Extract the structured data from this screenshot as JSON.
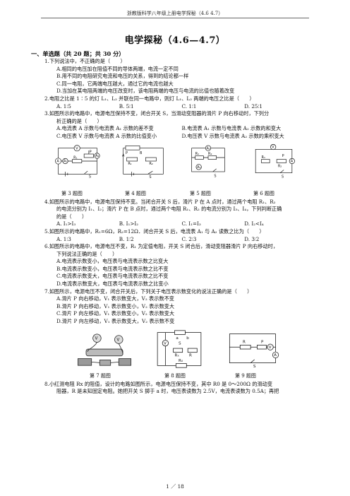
{
  "header": "浙教版科学八年级上册电学探秘（4.6 4.7）",
  "title": "电学探秘（4.6—4.7）",
  "section": "一、单选题（共 20 题；共 30 分）",
  "q1": {
    "stem": "1.下列说法中，不正确的是（　　）",
    "A": "A.相同的电压加在阻值不同的导体两端，电流一定不同",
    "B": "B.用不同的电阻研究电流和电压的关系，得到的结论都一样",
    "C": "C.同一电阻，它两端电压越大，通过它的电流也越大",
    "D": "D.当加在某电阻两端的电压改变时，该电阻两端的电压与电流的比值也随着改变"
  },
  "q2": {
    "stem": "2.电阻之比是 1∶5 的灯 L₁、L₂ 并联在同一电路中，则灯 L₁、L₂ 两端的电压之比是（　　）",
    "A": "A. 1∶5",
    "B": "B. 5∶1",
    "C": "C. 1∶1",
    "D": "D. 25∶1"
  },
  "q3": {
    "stem1": "3.如图所示的电路中，电源电压保持不变，闭合开关 S，当滑动变阻器的滑片 P 向右移动时，下列分",
    "stem2": "析正确的是（　　）",
    "A": "A.电流表 A 示数与电流表 A₁ 示数的差不变",
    "B": "B.电流表 A₁ 示数与电流表 A₂ 示数的和变大",
    "C": "C.电压表 V 示数与电流表 A 示数的比值变小",
    "D": "D.电压表 V 示数与电流表 A₂ 示数的乘积变大"
  },
  "captions1": [
    "第 3 题图",
    "第 4 题图",
    "第 5 题图",
    "第 6 题图"
  ],
  "q4": {
    "stem1": "4.如图所示的电路中，电源电压保持不变。当闭合开关 S 后，滑片 P 在 A 点时，通过两个电阻 R₁、R₂",
    "stem2": "的电流分别为 I₁、I₂；滑片 P 在 B 点时，通过两个电阻 R₁、R₂ 的电流分别为 I₃、I₄，下列判断正确",
    "stem3": "的是（　　）",
    "A": "A. I₁>I₃",
    "B": "B. I₁>I₂",
    "C": "C. I₁=I₃",
    "D": "D. I₂<I₄"
  },
  "q5": {
    "stem": "5.如图所示的电路中，R₁=6Ω，R₂=12Ω．闭合开关 S 后，电流表 A₁ 与 A₂ 读数之比为（　　）",
    "A": "A. 1∶3",
    "B": "B. 1∶2",
    "C": "C. 2∶3",
    "D": "D. 3∶2"
  },
  "q6": {
    "stem1": "6.如图所示的电路中，电源电压不变，R₁ 为定值电阻，开关 S 闭合后，滑动变阻器滑片 P 向右移动时，",
    "stem2": "下列说法正确的是（　　）",
    "A": "A.电流表示数变小，电压表与电流表示数之比变大",
    "B": "B.电流表示数变小，电压表与电流表示数之比不变",
    "C": "C.电流表示数变大，电压表与电流表示数之比不变",
    "D": "D.电流表示数变大，电压表与电流表示数之比变小"
  },
  "q7": {
    "stem": "7.如图所示，电源电压不变，闭合开关后，下列关于电压表示数变化的说法正确的是（　　）",
    "A": "A.滑片 P 向右移动，V₁ 表示数变大，V₂ 表示数不变",
    "B": "B.滑片 P 向右移动，V₁ 表示数变小，V₂ 表示数变大",
    "C": "C.滑片 P 向左移动，V₁ 表示数变小，V₂ 表示数变大",
    "D": "D.滑片 P 向左移动，V₁ 表示数变大，V₂ 表示数不变"
  },
  "captions2": [
    "第 7 题图",
    "第 8 题图",
    "第 9 题图"
  ],
  "q8": {
    "stem1": "8.小红测电阻 Rx 的阻值，设计的电路如图所示，电源电压保持不变，其中 R0 是 0～200Ω 的滑动变",
    "stem2": "阻器，R 是未知固定电阻。她把开关 S 掷于 a 时，电压表读数为 2.5V，电流表读数为 0.5A；再把"
  },
  "footer": "1 ／ 18"
}
